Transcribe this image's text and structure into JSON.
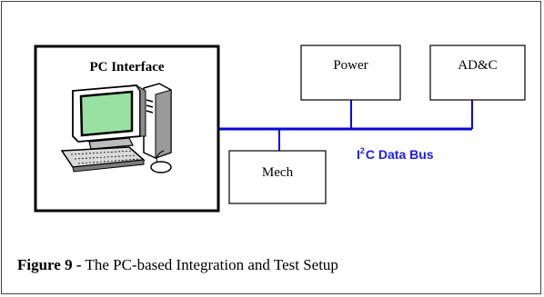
{
  "diagram": {
    "pc_box": {
      "title": "PC Interface",
      "icon": "desktop-computer-icon"
    },
    "modules": {
      "power": "Power",
      "adc": "AD&C",
      "mech": "Mech"
    },
    "bus": {
      "prefix": "I",
      "superscript": "2",
      "suffix": "C Data Bus",
      "color": "#0000ff"
    }
  },
  "caption": {
    "label": "Figure 9 -",
    "text": " The PC-based Integration and Test Setup"
  }
}
